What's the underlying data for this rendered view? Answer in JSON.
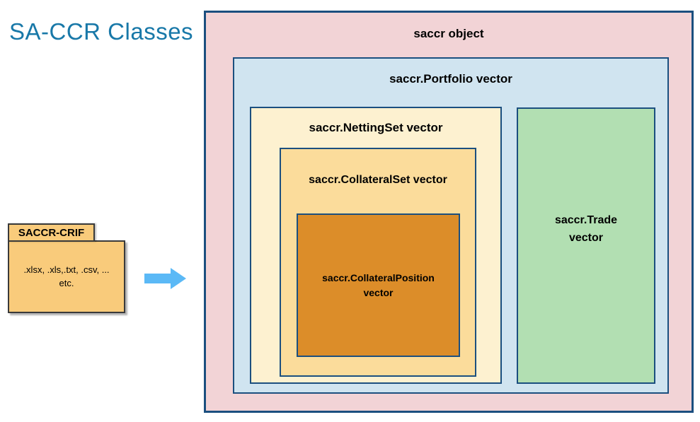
{
  "title": "SA-CCR Classes",
  "colors": {
    "title_text": "#1878A8",
    "box_border": "#1B4F7F",
    "saccr_object_fill": "#F2D3D6",
    "portfolio_fill": "#D0E4F0",
    "netting_set_fill": "#FDF1D0",
    "collateral_set_fill": "#FBDC9B",
    "collateral_position_fill": "#DC8D29",
    "trade_fill": "#B2DFB2",
    "folder_fill": "#F9CB7B",
    "arrow_fill": "#5BB9F6",
    "label_text": "#000000"
  },
  "crif_folder": {
    "tab_label": "SACCR-CRIF",
    "formats_line1": ".xlsx, .xls,.txt, .csv, ...",
    "formats_line2": "etc."
  },
  "diagram": {
    "saccr_object": {
      "label": "saccr object"
    },
    "portfolio": {
      "label": "saccr.Portfolio vector"
    },
    "netting_set": {
      "label": "saccr.NettingSet vector"
    },
    "collateral_set": {
      "label": "saccr.CollateralSet vector"
    },
    "collateral_position": {
      "label_line1": "saccr.CollateralPosition",
      "label_line2": "vector"
    },
    "trade": {
      "label_line1": "saccr.Trade",
      "label_line2": "vector"
    }
  }
}
